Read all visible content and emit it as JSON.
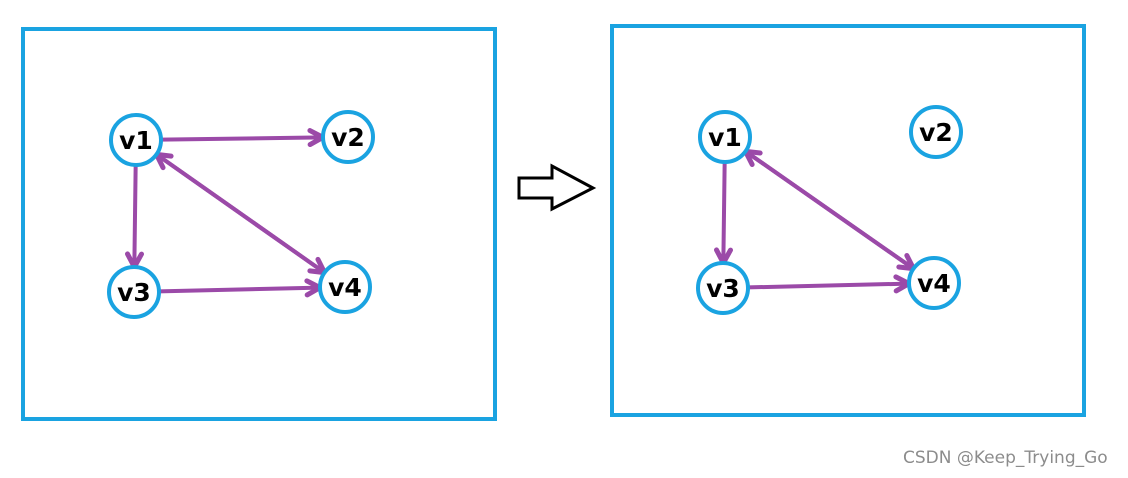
{
  "colors": {
    "frame": "#1aa3e1",
    "node_stroke": "#1aa3e1",
    "edge": "#9b4aa8",
    "label": "#000000",
    "watermark": "#8c8c8c"
  },
  "icons": {
    "transform_arrow": "right-arrow-icon"
  },
  "graphs": [
    {
      "id": "before",
      "nodes": [
        {
          "id": "v1",
          "label": "v1"
        },
        {
          "id": "v2",
          "label": "v2"
        },
        {
          "id": "v3",
          "label": "v3"
        },
        {
          "id": "v4",
          "label": "v4"
        }
      ],
      "edges": [
        {
          "from": "v1",
          "to": "v2"
        },
        {
          "from": "v1",
          "to": "v3"
        },
        {
          "from": "v3",
          "to": "v4"
        },
        {
          "from": "v4",
          "to": "v1"
        },
        {
          "from": "v1",
          "to": "v4"
        }
      ]
    },
    {
      "id": "after",
      "nodes": [
        {
          "id": "v1",
          "label": "v1"
        },
        {
          "id": "v2",
          "label": "v2"
        },
        {
          "id": "v3",
          "label": "v3"
        },
        {
          "id": "v4",
          "label": "v4"
        }
      ],
      "edges": [
        {
          "from": "v1",
          "to": "v3"
        },
        {
          "from": "v3",
          "to": "v4"
        },
        {
          "from": "v4",
          "to": "v1"
        },
        {
          "from": "v1",
          "to": "v4"
        }
      ]
    }
  ],
  "watermark": "CSDN @Keep_Trying_Go"
}
